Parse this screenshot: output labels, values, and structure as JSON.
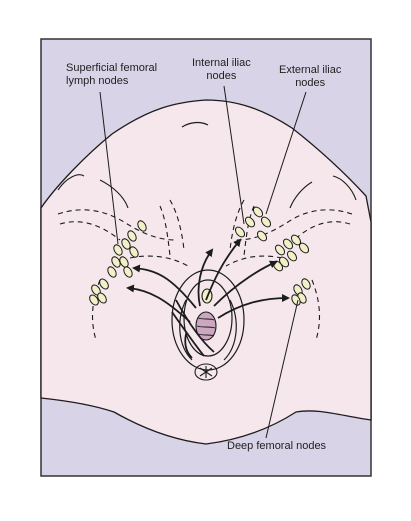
{
  "figure": {
    "background_color": "#d8d3e6",
    "skin_color": "#f5e7ec",
    "node_color": "#f1f0c8",
    "line_color": "#1c1c1c"
  },
  "labels": {
    "superficial_femoral": {
      "line1": "Superficial femoral",
      "line2": "lymph nodes"
    },
    "internal_iliac": {
      "line1": "Internal iliac",
      "line2": "nodes"
    },
    "external_iliac": {
      "line1": "External iliac",
      "line2": "nodes"
    },
    "deep_femoral": {
      "line1": "Deep femoral nodes"
    }
  }
}
